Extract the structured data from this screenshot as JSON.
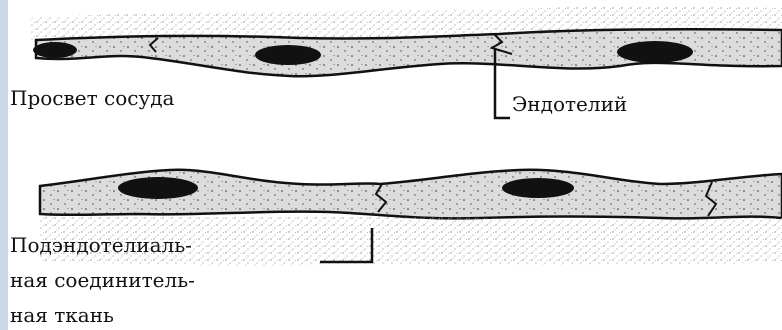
{
  "labels": {
    "lumen": "Просвет сосуда",
    "endothelium": "Эндотелий",
    "subendothelial": [
      "Подэндотелиаль-",
      "ная соединитель-",
      "ная ткань"
    ]
  },
  "colors": {
    "cell_fill": "#d9d9d9",
    "outline": "#111111",
    "nucleus": "#111111",
    "stipple": "#777777",
    "frame": "#c9d8e6"
  }
}
